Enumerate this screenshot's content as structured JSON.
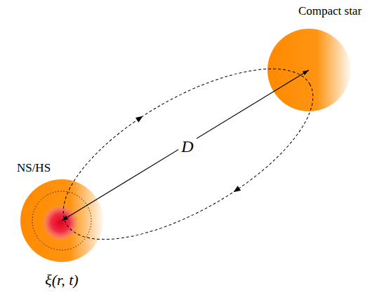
{
  "diagram": {
    "nodes": [
      {
        "text": [
          "Compact star"
        ]
      },
      {
        "text": [
          "NS/HS",
          "ξ(r, t)"
        ]
      }
    ],
    "edges": [
      {
        "from": 1,
        "to": 0,
        "arrow": "both",
        "label": "D"
      }
    ]
  }
}
